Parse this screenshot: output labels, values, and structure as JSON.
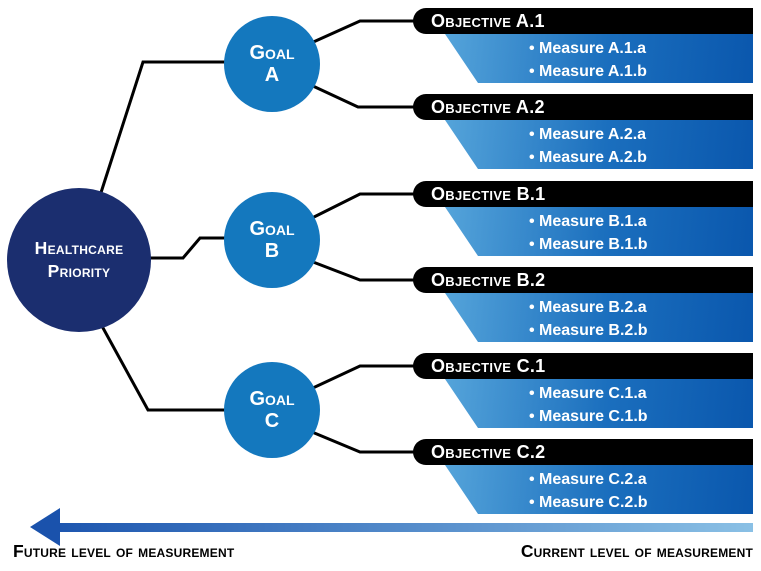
{
  "root": {
    "label": "Healthcare Priority"
  },
  "goals": [
    {
      "line1": "Goal",
      "line2": "A"
    },
    {
      "line1": "Goal",
      "line2": "B"
    },
    {
      "line1": "Goal",
      "line2": "C"
    }
  ],
  "objectives": [
    {
      "label": "Objective A.1",
      "measures": [
        "• Measure A.1.a",
        "• Measure A.1.b"
      ]
    },
    {
      "label": "Objective A.2",
      "measures": [
        "• Measure A.2.a",
        "• Measure A.2.b"
      ]
    },
    {
      "label": "Objective B.1",
      "measures": [
        "• Measure B.1.a",
        "• Measure B.1.b"
      ]
    },
    {
      "label": "Objective B.2",
      "measures": [
        "• Measure B.2.a",
        "• Measure B.2.b"
      ]
    },
    {
      "label": "Objective C.1",
      "measures": [
        "• Measure C.1.a",
        "• Measure C.1.b"
      ]
    },
    {
      "label": "Objective C.2",
      "measures": [
        "• Measure C.2.a",
        "• Measure C.2.b"
      ]
    }
  ],
  "axis": {
    "left_label": "Future level of measurement",
    "right_label": "Current level of measurement"
  },
  "colors": {
    "root_circle": "#1B2E6F",
    "goal_circle": "#1478BE",
    "objective_bar": "#000000",
    "panel_gradient_start": "#55A4DA",
    "panel_gradient_end": "#0A57AD",
    "arrow_gradient_start": "#1C55AF",
    "arrow_gradient_end": "#8AC0E5",
    "connector": "#000000",
    "text_on_dark": "#FFFFFF",
    "text_dark": "#000000"
  }
}
